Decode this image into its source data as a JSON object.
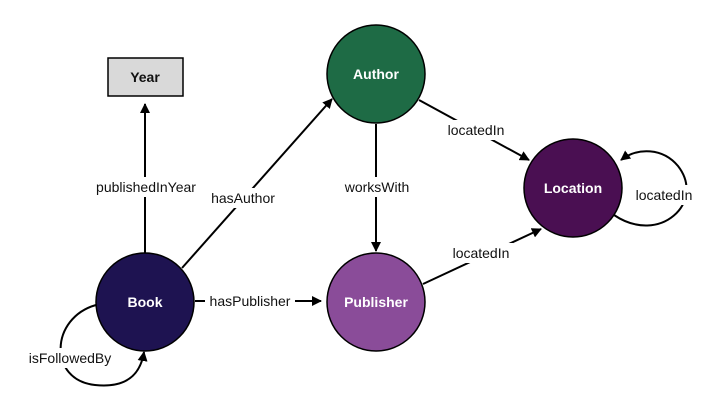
{
  "nodes": {
    "year": {
      "label": "Year",
      "fill": "#d9d9d9"
    },
    "author": {
      "label": "Author",
      "fill": "#1e6b45"
    },
    "location": {
      "label": "Location",
      "fill": "#4a0f52"
    },
    "book": {
      "label": "Book",
      "fill": "#1e1351"
    },
    "publisher": {
      "label": "Publisher",
      "fill": "#8a4c99"
    }
  },
  "edges": {
    "published_in_year": "publishedInYear",
    "has_author": "hasAuthor",
    "located_in_author": "locatedIn",
    "works_with": "worksWith",
    "located_in_self": "locatedIn",
    "located_in_publisher": "locatedIn",
    "has_publisher": "hasPublisher",
    "is_followed_by": "isFollowedBy"
  }
}
